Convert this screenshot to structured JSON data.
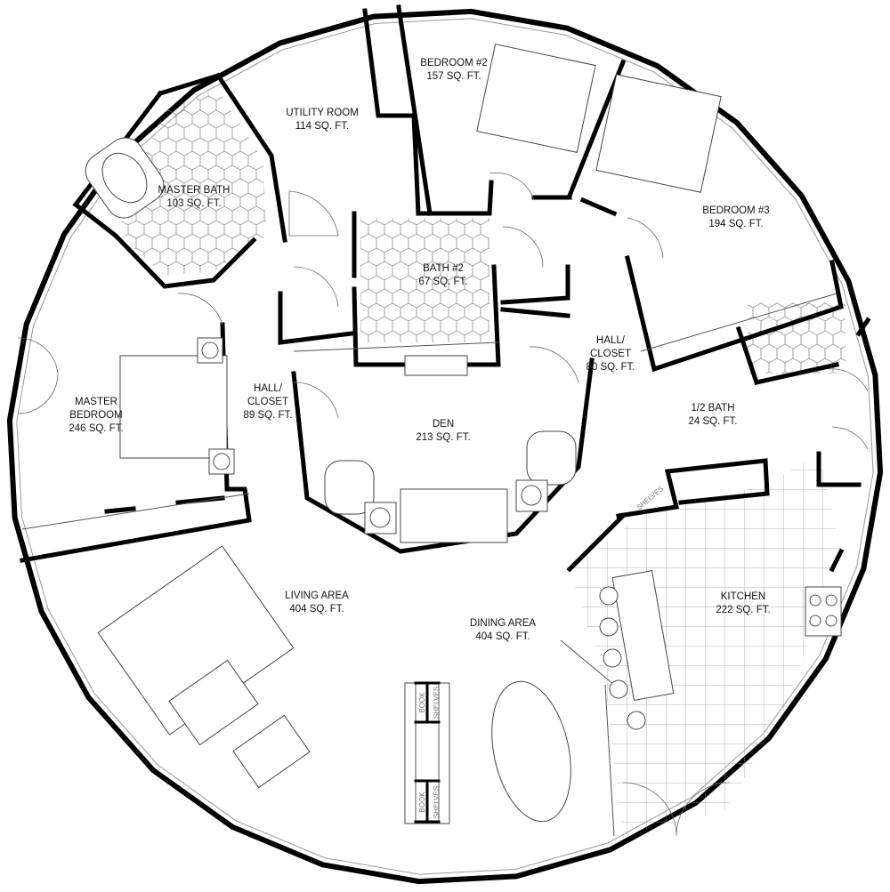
{
  "plan": {
    "rooms": [
      {
        "name": "MASTER BATH",
        "area": "103 SQ. FT."
      },
      {
        "name": "UTILITY ROOM",
        "area": "114 SQ. FT."
      },
      {
        "name": "BEDROOM #2",
        "area": "157 SQ. FT."
      },
      {
        "name": "BEDROOM #3",
        "area": "194 SQ. FT."
      },
      {
        "name": "BATH #2",
        "area": "67 SQ. FT."
      },
      {
        "name": "MASTER",
        "name2": "BEDROOM",
        "area": "246 SQ. FT."
      },
      {
        "name": "HALL/",
        "name2": "CLOSET",
        "area": "89 SQ. FT."
      },
      {
        "name": "HALL/",
        "name2": "CLOSET",
        "area": "80 SQ. FT."
      },
      {
        "name": "DEN",
        "area": "213 SQ. FT."
      },
      {
        "name": "1/2 BATH",
        "area": "24 SQ. FT."
      },
      {
        "name": "LIVING AREA",
        "area": "404 SQ. FT."
      },
      {
        "name": "DINING AREA",
        "area": "404 SQ. FT."
      },
      {
        "name": "KITCHEN",
        "area": "222 SQ. FT."
      }
    ],
    "annotations": {
      "book": "BOOK",
      "shelves": "SHELVES"
    }
  }
}
